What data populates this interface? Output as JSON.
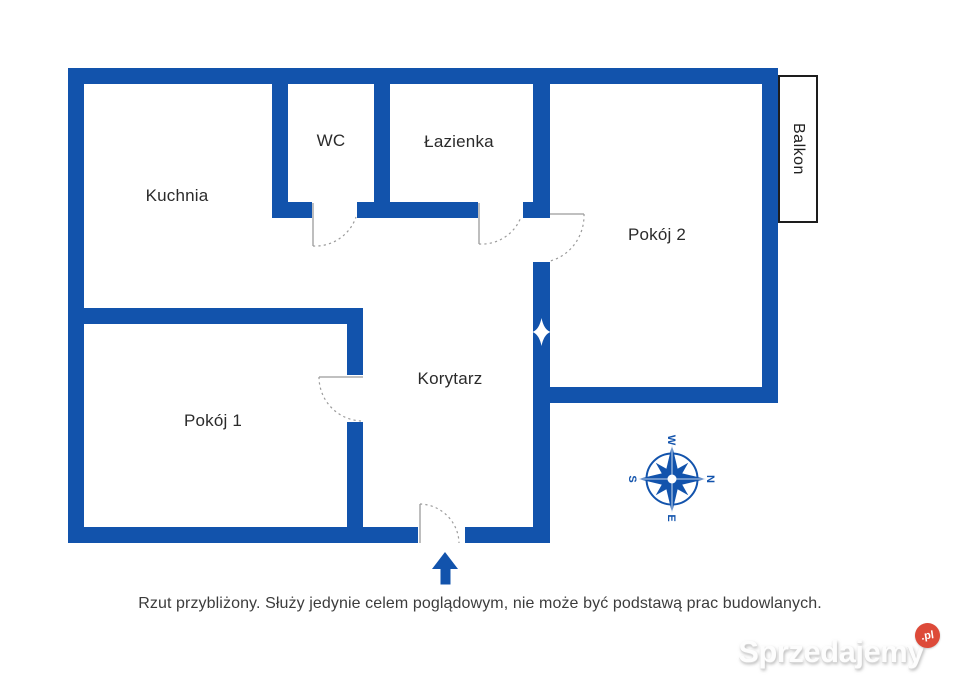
{
  "colors": {
    "wall": "#1253ac",
    "label": "#2b2b2b",
    "door": "#9b9b9b",
    "balcony_border": "#1d1d1d",
    "watermark_red": "#dd4a39",
    "disclaimer": "#3c3c3c"
  },
  "rooms": {
    "kitchen": "Kuchnia",
    "wc": "WC",
    "bathroom": "Łazienka",
    "room2": "Pokój 2",
    "room1": "Pokój 1",
    "corridor": "Korytarz",
    "balcony": "Balkon"
  },
  "compass": {
    "n": "N",
    "e": "E",
    "s": "S",
    "w": "W"
  },
  "disclaimer": "Rzut przybliżony. Służy jedynie celem poglądowym, nie może być podstawą prac budowlanych.",
  "watermark": {
    "name": "Sprzedajemy",
    "tld": ".pl"
  }
}
